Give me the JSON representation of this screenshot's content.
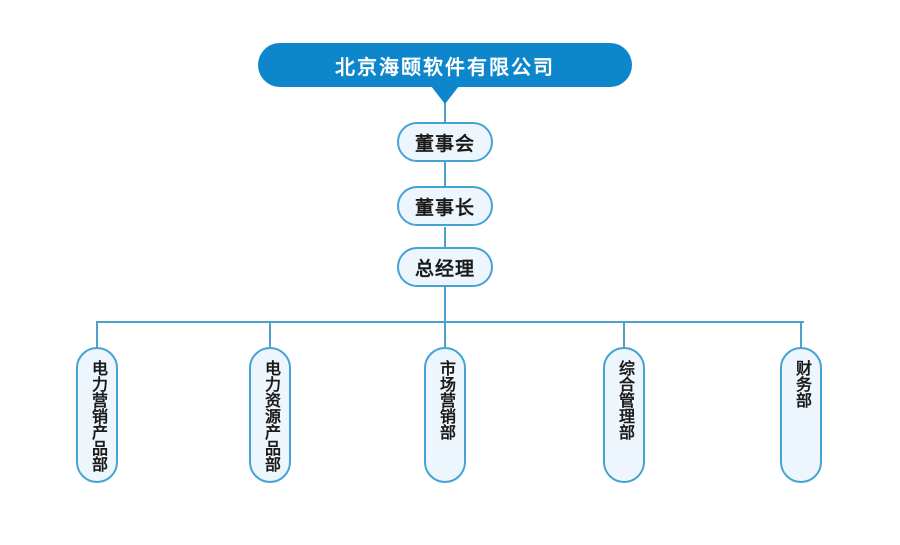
{
  "org_chart": {
    "root": {
      "label": "北京海颐软件有限公司"
    },
    "chain": [
      {
        "label": "董事会"
      },
      {
        "label": "董事长"
      },
      {
        "label": "总经理"
      }
    ],
    "departments": [
      {
        "label": "电力营销产品部"
      },
      {
        "label": "电力资源产品部"
      },
      {
        "label": "市场营销部"
      },
      {
        "label": "综合管理部"
      },
      {
        "label": "财务部"
      }
    ],
    "colors": {
      "root_fill": "#0e86cc",
      "root_text": "#ffffff",
      "node_fill": "#eef6fd",
      "node_border": "#45a2d5",
      "node_text": "#1a1a1a",
      "connector": "#4f9fcf",
      "background": "#ffffff"
    }
  }
}
